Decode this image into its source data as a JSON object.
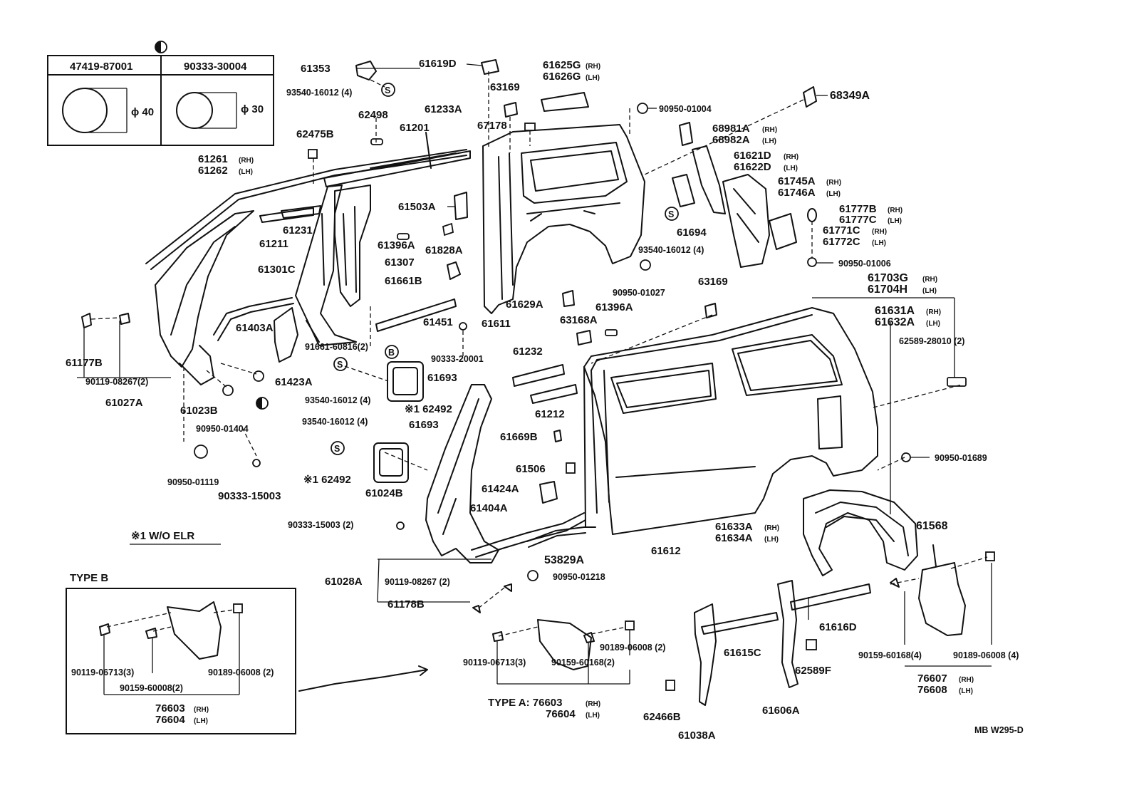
{
  "diagram_code": "MB  W295-D",
  "note_elr": "※1  W/O ELR",
  "legend_table": {
    "col1": {
      "part": "47419-87001",
      "dim": "ϕ 40"
    },
    "col2": {
      "part": "90333-30004",
      "dim": "ϕ 30"
    }
  },
  "symbol_s": "S",
  "symbol_b": "B",
  "type_b": {
    "title": "TYPE  B",
    "l1": "90119-06713(3)",
    "l2": "90159-60008(2)",
    "l3": "90189-06008 (2)",
    "rh": "76603",
    "lh": "76604"
  },
  "type_a": {
    "title": "TYPE  A: 76603",
    "lh": "76604",
    "l1": "90119-06713(3)",
    "l2": "90159-60168(2)",
    "l3": "90189-06008 (2)"
  },
  "rh_tag": "(RH)",
  "lh_tag": "(LH)",
  "labels": {
    "p61353": "61353",
    "p93540a": "93540-16012 (4)",
    "p61619D": "61619D",
    "p63169a": "63169",
    "p61625G": "61625G",
    "p61626G": "61626G",
    "p90950_01004": "90950-01004",
    "p68349A": "68349A",
    "p62498": "62498",
    "p61233A": "61233A",
    "p61201": "61201",
    "p67178": "67178",
    "p68981A": "68981A",
    "p68982A": "68982A",
    "p62475B": "62475B",
    "p61621D": "61621D",
    "p61622D": "61622D",
    "p61261": "61261",
    "p61262": "61262",
    "p61745A": "61745A",
    "p61746A": "61746A",
    "p61503A": "61503A",
    "p61777B": "61777B",
    "p61777C": "61777C",
    "p61231": "61231",
    "p61694": "61694",
    "p61771C": "61771C",
    "p61772C": "61772C",
    "p61211": "61211",
    "p61396Aa": "61396A",
    "p61828A": "61828A",
    "p93540b": "93540-16012 (4)",
    "p90950_01006": "90950-01006",
    "p61307": "61307",
    "p61301C": "61301C",
    "p61661B": "61661B",
    "p61703G": "61703G",
    "p61704H": "61704H",
    "p90950_01027": "90950-01027",
    "p63169b": "63169",
    "p61629A": "61629A",
    "p61396Ab": "61396A",
    "p63168A": "63168A",
    "p61631A": "61631A",
    "p61632A": "61632A",
    "p61403A": "61403A",
    "p61451": "61451",
    "p61611": "61611",
    "p61177B": "61177B",
    "p91661": "91661-60816(2)",
    "p90333_20001": "90333-20001",
    "p62589_28010": "62589-28010 (2)",
    "p90119a": "90119-08267(2)",
    "p61423A": "61423A",
    "p61232": "61232",
    "p61693a": "61693",
    "p61027A": "61027A",
    "p93540c": "93540-16012 (4)",
    "p62492a": "※1 62492",
    "p61023B": "61023B",
    "p61212": "61212",
    "p93540d": "93540-16012 (4)",
    "p61693b": "61693",
    "p90950_01404": "90950-01404",
    "p61669B": "61669B",
    "p90950_01689": "90950-01689",
    "p90950_01119": "90950-01119",
    "p61506": "61506",
    "p62492b": "※1 62492",
    "p90333_15003a": "90333-15003",
    "p61024B": "61024B",
    "p61424A": "61424A",
    "p61404A": "61404A",
    "p90333_15003b": "90333-15003 (2)",
    "p61633A": "61633A",
    "p61634A": "61634A",
    "p61568": "61568",
    "p61612": "61612",
    "p53829A": "53829A",
    "p61028A": "61028A",
    "p90119b": "90119-08267 (2)",
    "p90950_01218": "90950-01218",
    "p61178B": "61178B",
    "p61616D": "61616D",
    "p61615C": "61615C",
    "p62589F": "62589F",
    "p90159r": "90159-60168(4)",
    "p90189r": "90189-06008 (4)",
    "p76607": "76607",
    "p76608": "76608",
    "p62466B": "62466B",
    "p61606A": "61606A",
    "p61038A": "61038A"
  }
}
